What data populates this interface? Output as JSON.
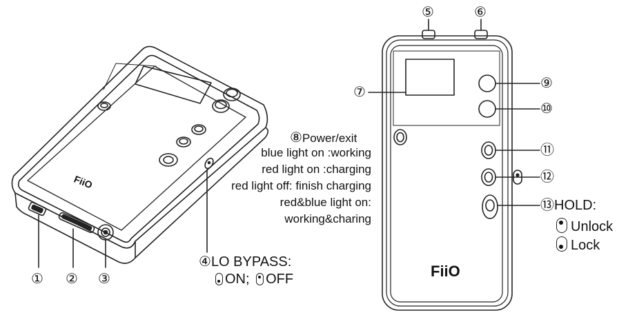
{
  "callouts": {
    "c1": "①",
    "c2": "②",
    "c3": "③",
    "c4": "④",
    "c5": "⑤",
    "c6": "⑥",
    "c7": "⑦",
    "c8": "⑧",
    "c9": "⑨",
    "c10": "⑩",
    "c11": "⑪",
    "c12": "⑫",
    "c13": "⑬"
  },
  "labels": {
    "lo_bypass": "LO BYPASS:",
    "lo_on": "ON;",
    "lo_off": "OFF",
    "power_exit": "Power/exit",
    "blue_light": "blue light on :working",
    "red_light_on": "red light on :charging",
    "red_light_off": "red light off: finish charging",
    "red_blue_on": "red&blue light on:",
    "working_charging": "working&charing",
    "hold": "HOLD:",
    "unlock": "Unlock",
    "lock": "Lock"
  },
  "brand": {
    "logo_text": "FiiO"
  },
  "colors": {
    "line": "#222222",
    "background": "#ffffff"
  }
}
